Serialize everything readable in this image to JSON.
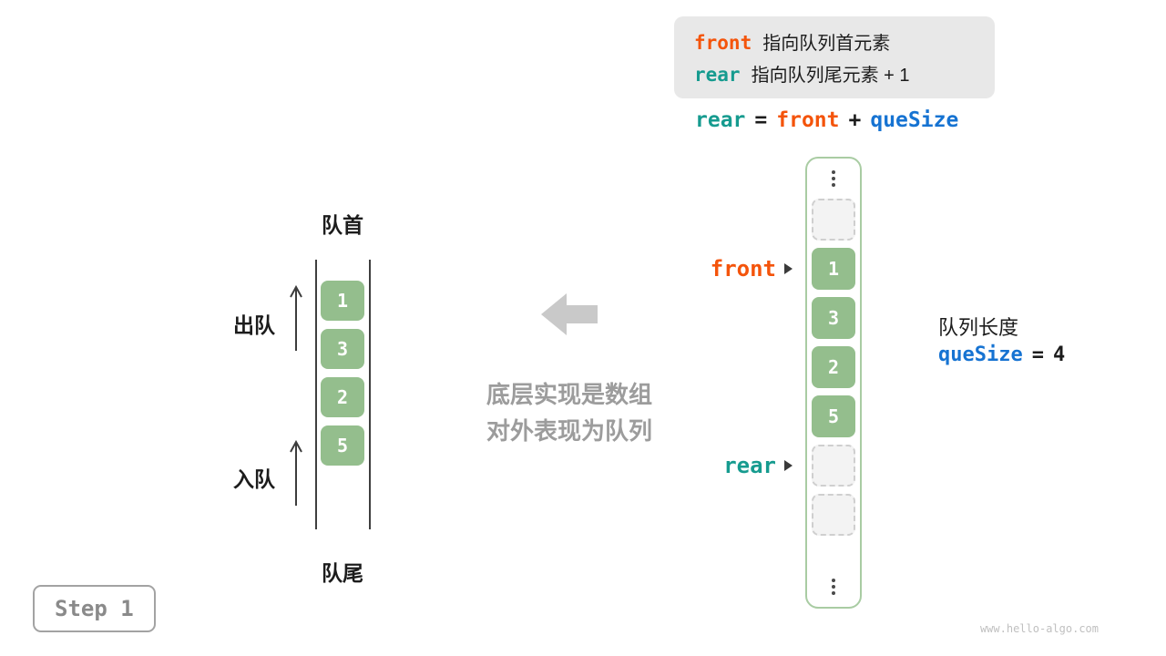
{
  "legend": {
    "rows": [
      {
        "code": "front",
        "desc": "指向队列首元素"
      },
      {
        "code": "rear",
        "desc": "指向队列尾元素 + 1"
      }
    ]
  },
  "formula": {
    "lhs": "rear",
    "eq": "=",
    "op1": "front",
    "plus": "+",
    "op2": "queSize"
  },
  "array": {
    "ellipsis": "⋮",
    "values": [
      "1",
      "3",
      "2",
      "5"
    ],
    "empty_slots": 3
  },
  "pointers": {
    "front": {
      "label": "front"
    },
    "rear": {
      "label": "rear"
    }
  },
  "queue_info": {
    "title": "队列长度",
    "var": "queSize",
    "eq": "=",
    "value": "4"
  },
  "queue": {
    "head": "队首",
    "tail": "队尾",
    "dequeue": "出队",
    "enqueue": "入队",
    "values": [
      "1",
      "3",
      "2",
      "5"
    ]
  },
  "caption": {
    "line1": "底层实现是数组",
    "line2": "对外表现为队列"
  },
  "step": {
    "label": "Step 1"
  },
  "watermark": "www.hello-algo.com",
  "colors": {
    "front_orange": "#f4540b",
    "rear_teal": "#169b8f",
    "quesize_blue": "#1673d2",
    "cell_green": "#94be8d"
  }
}
